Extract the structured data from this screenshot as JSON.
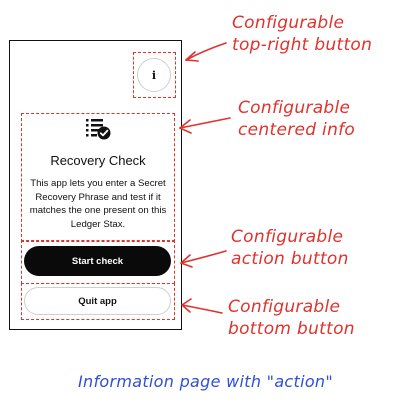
{
  "device": {
    "info_button_label": "i",
    "list_icon": "checklist-check-icon",
    "title": "Recovery Check",
    "body": "This app lets you enter a Secret Recovery Phrase and test if it matches the one present on this Ledger Stax.",
    "action_button": "Start check",
    "bottom_button": "Quit app"
  },
  "annotations": {
    "top_right": [
      "Configurable",
      "top-right button"
    ],
    "centered_info": [
      "Configurable",
      "centered info"
    ],
    "action": [
      "Configurable",
      "action button"
    ],
    "bottom": [
      "Configurable",
      "bottom button"
    ]
  },
  "caption": "Information page with \"action\"",
  "colors": {
    "annotation": "#e0322d",
    "caption": "#2f4fd6",
    "primary_button": "#0a0a0a"
  }
}
